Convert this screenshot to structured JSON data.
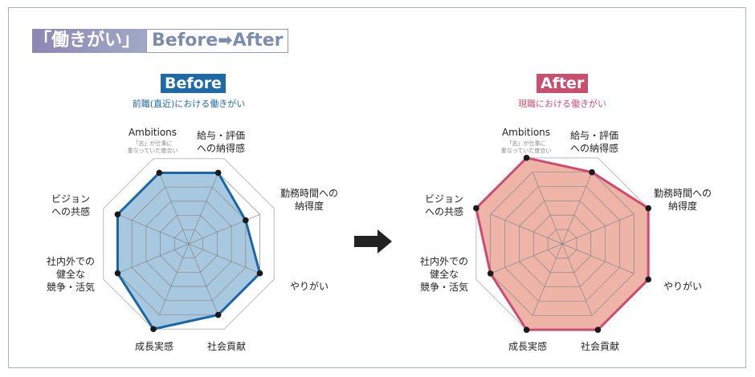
{
  "title": {
    "main": "「働きがい」",
    "tag": "Before➡After"
  },
  "colors": {
    "before_fill": "#a7c8df",
    "before_stroke": "#1a67a8",
    "after_fill": "#eeb4a8",
    "after_stroke": "#cf4a70",
    "grid": "#888888",
    "outer": "#bbbbbb",
    "point": "#1a1a1a"
  },
  "arrow_icon": "right-arrow",
  "chart_data": [
    {
      "type": "radar",
      "title": "Before",
      "subtitle": "前職(直近)における働きがい",
      "scale": [
        0,
        6
      ],
      "rings": 6,
      "axes": [
        "Ambitions",
        "給与・評価\nへの納得感",
        "勤務時間への\n納得度",
        "やりがい",
        "社会貢献",
        "成長実感",
        "社内外での\n健全な\n競争・活気",
        "ビジョン\nへの共感"
      ],
      "axis_note": "「志」が仕事に\n重なっていた度合い",
      "values": [
        5,
        5,
        4,
        5,
        5,
        6,
        5,
        5
      ]
    },
    {
      "type": "radar",
      "title": "After",
      "subtitle": "現職における働きがい",
      "scale": [
        0,
        6
      ],
      "rings": 6,
      "axes": [
        "Ambitions",
        "給与・評価\nへの納得感",
        "勤務時間への\n納得度",
        "やりがい",
        "社会貢献",
        "成長実感",
        "社内外での\n健全な\n競争・活気",
        "ビジョン\nへの共感"
      ],
      "axis_note": "「志」が仕事に\n重なっていた度合い",
      "values": [
        6,
        5,
        6,
        6,
        6,
        6,
        5,
        6
      ]
    }
  ]
}
